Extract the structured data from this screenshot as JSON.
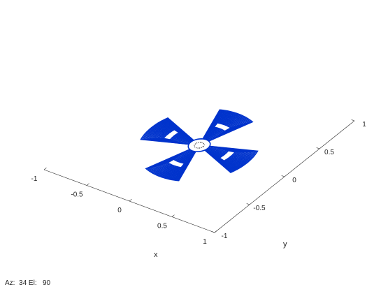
{
  "chart_data": {
    "type": "line3d",
    "title": "",
    "xlabel": "x",
    "ylabel": "y",
    "zlabel": "",
    "xlim": [
      -1,
      1
    ],
    "ylim": [
      -1,
      1
    ],
    "x_ticks": [
      "-1",
      "-0.5",
      "0",
      "0.5",
      "1"
    ],
    "y_ticks": [
      "-1",
      "-0.5",
      "0",
      "0.5",
      "1"
    ],
    "grid": false,
    "view": {
      "azimuth": 34,
      "elevation": 90
    },
    "series": [
      {
        "shape": "four-blade propeller of nested annular sectors",
        "color": "#0033cc",
        "blades": 4,
        "blade_center_angles_deg": [
          0,
          90,
          180,
          270
        ],
        "blade_half_width_deg": 20,
        "inner_radius": 0.1,
        "outer_radius": 0.56,
        "rings": 16
      },
      {
        "shape": "dotted center circle",
        "color": "#000000",
        "radius": 0.045
      }
    ]
  },
  "view_text": {
    "az_label": "Az:",
    "az_value": "34",
    "el_label": "El:",
    "el_value": "90"
  }
}
